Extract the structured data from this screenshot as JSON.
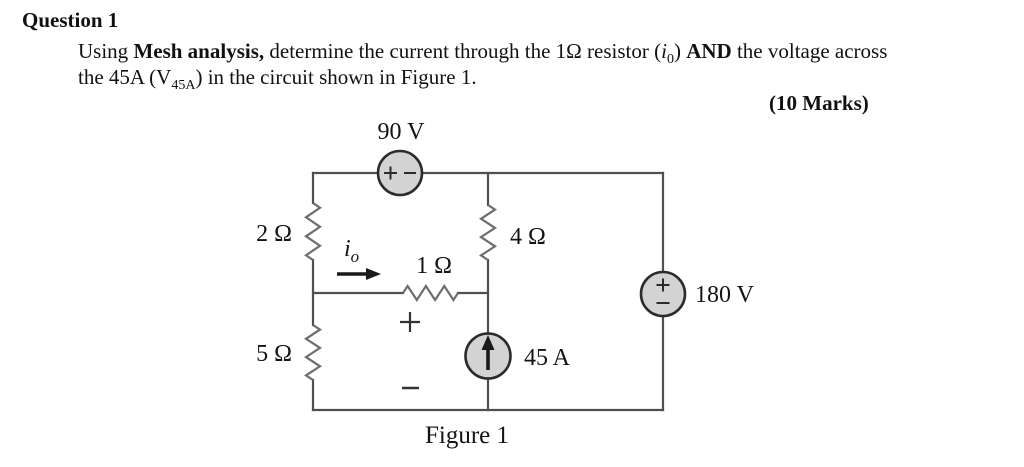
{
  "question": {
    "title": "Question 1",
    "marks": "(10 Marks)",
    "line1": {
      "t1": "Using ",
      "t2_bold": "Mesh analysis,",
      "t3": " determine the current through the 1Ω resistor (",
      "t4_italic": "i",
      "t5_sub": "0",
      "t6": ") ",
      "t7_bold": "AND",
      "t8": " the voltage across"
    },
    "line2": {
      "t1": "the 45A (V",
      "t2_sub": "45A",
      "t3": ") in the circuit shown in Figure 1."
    }
  },
  "figure": {
    "caption": "Figure 1",
    "labels": {
      "v90": "90 V",
      "r2": "2 Ω",
      "r4": "4 Ω",
      "r1": "1 Ω",
      "r5": "5 Ω",
      "i45": "45 A",
      "v180": "180 V",
      "io_main": "i",
      "io_sub": "o"
    },
    "colors": {
      "wire": "#4f4f4f",
      "resistor": "#6e6e6e",
      "source_fill": "#d3d3d3",
      "source_stroke": "#2b2b2b",
      "text": "#141414"
    }
  }
}
